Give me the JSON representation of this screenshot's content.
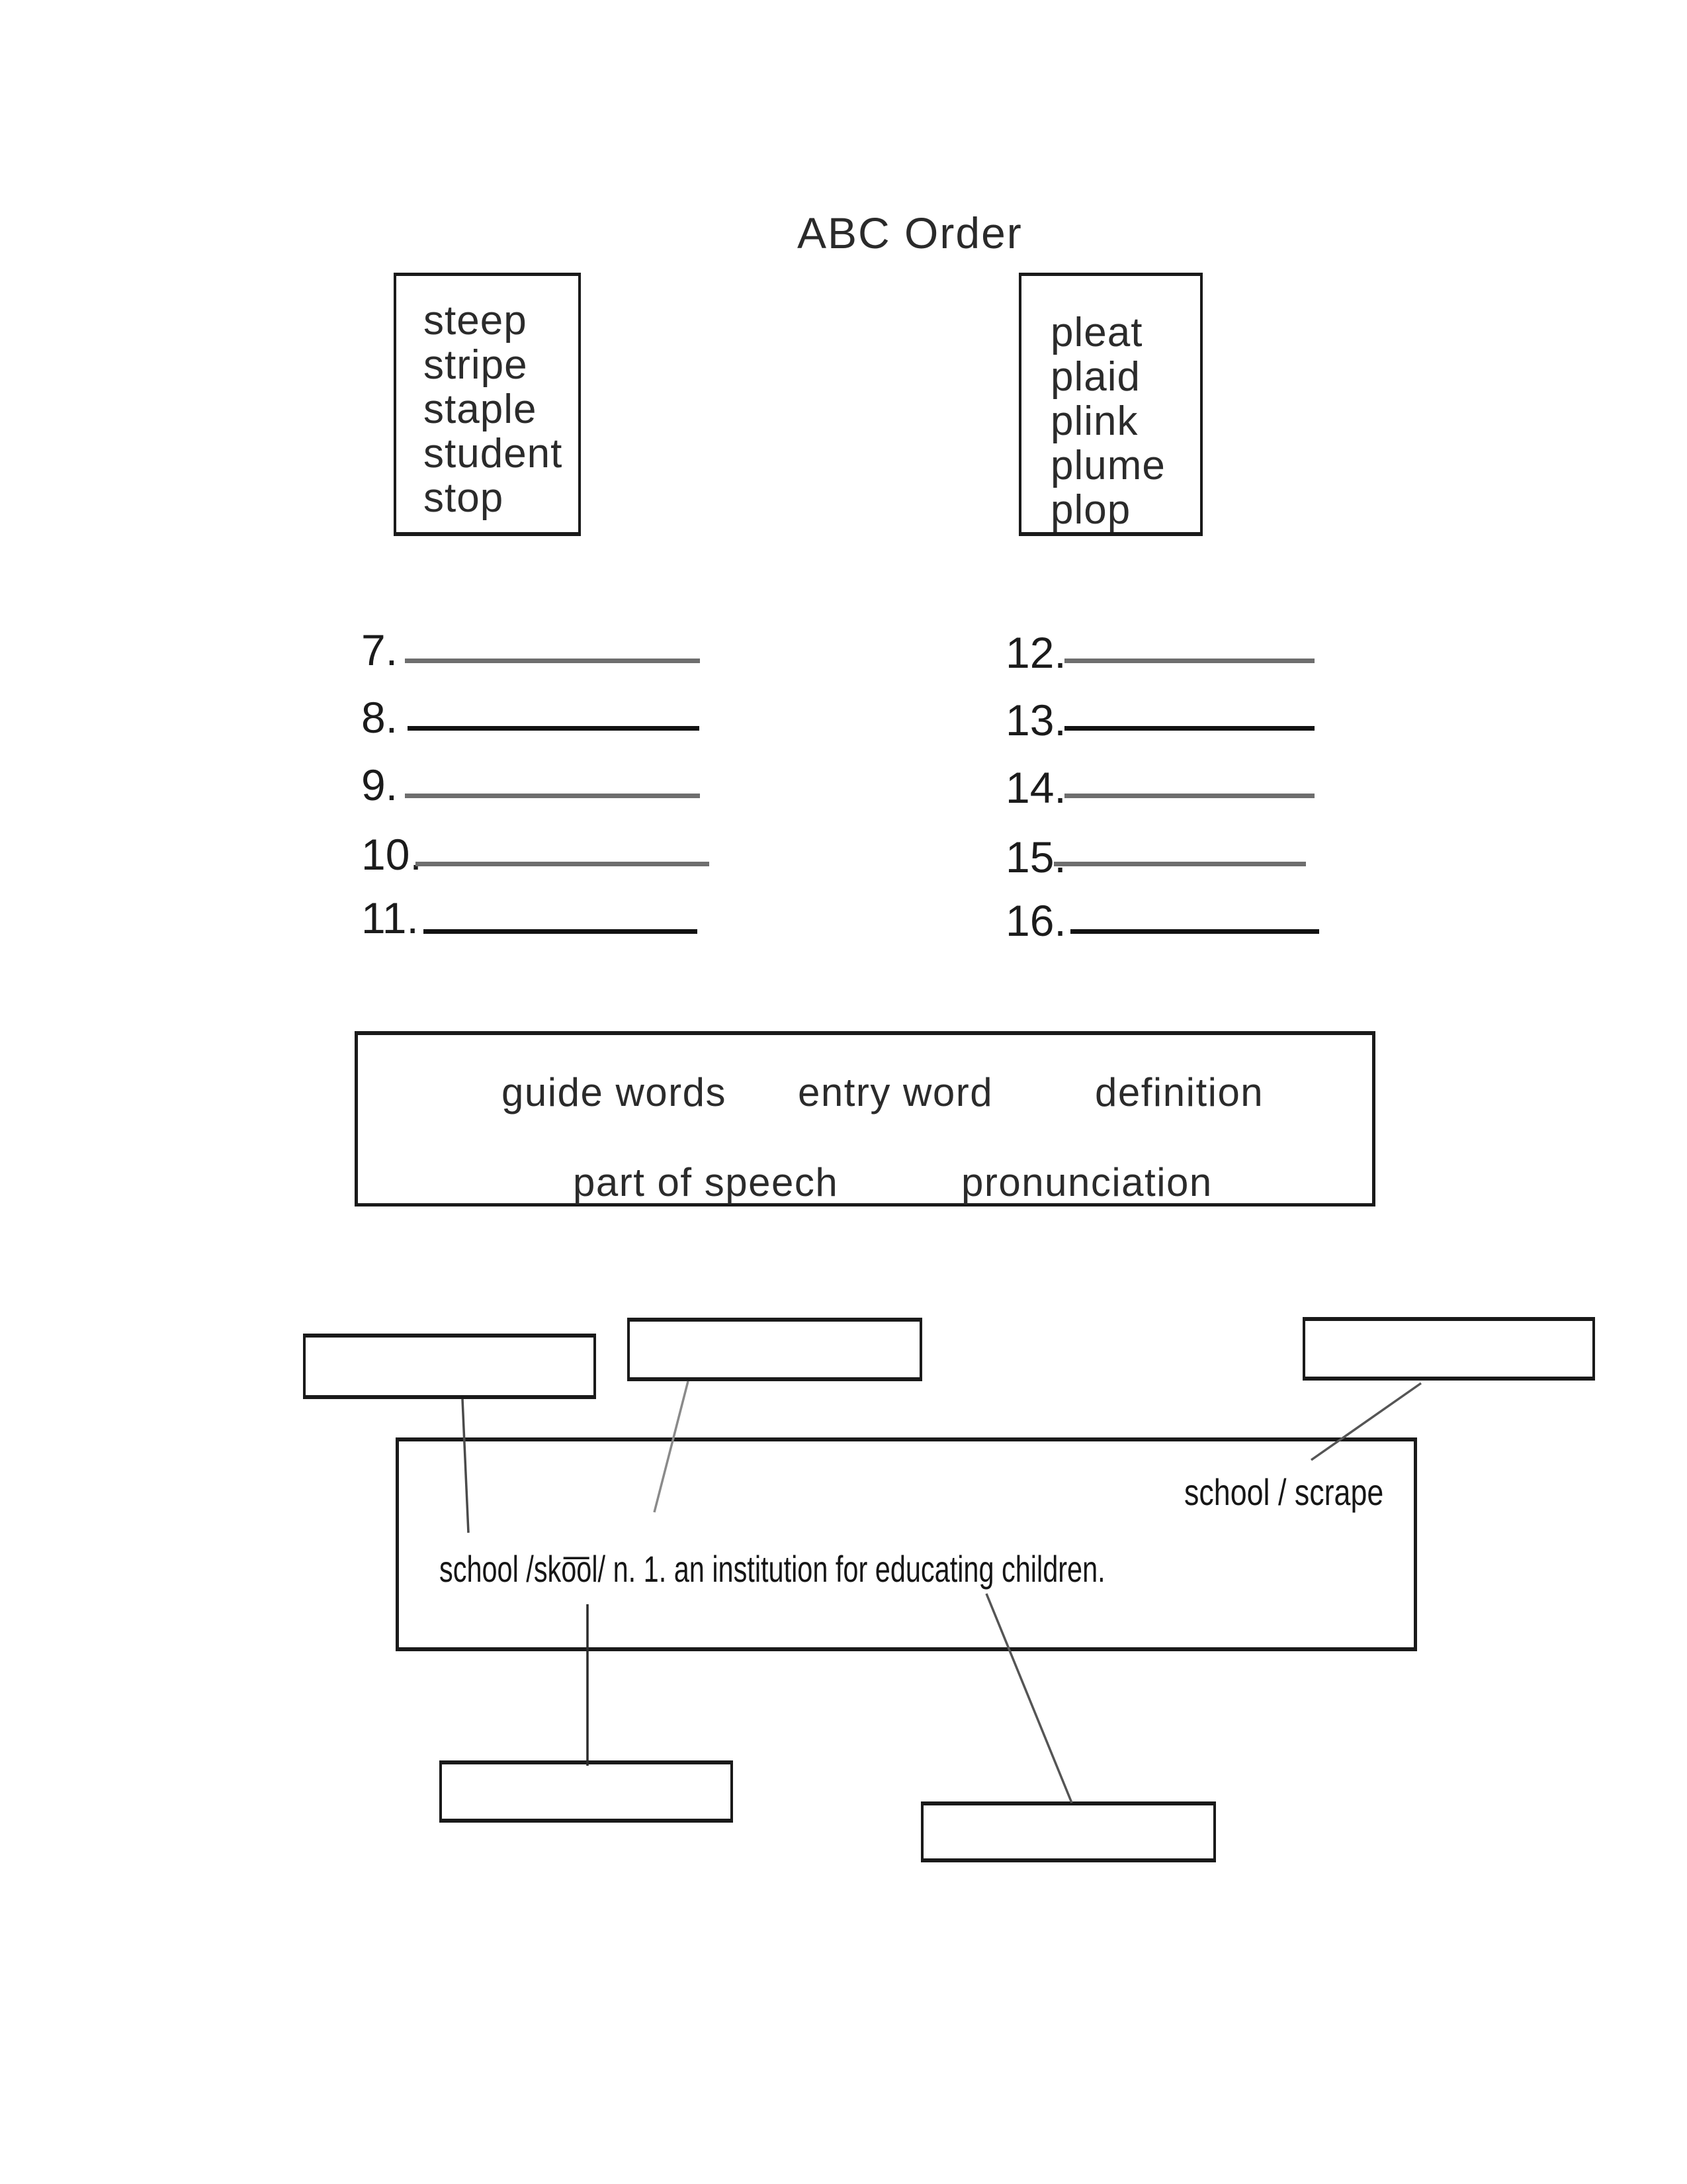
{
  "page": {
    "title": "ABC Order"
  },
  "word_lists": {
    "left": [
      "steep",
      "stripe",
      "staple",
      "student",
      "stop"
    ],
    "right": [
      "pleat",
      "plaid",
      "plink",
      "plume",
      "plop"
    ]
  },
  "blanks": {
    "left": [
      {
        "num": "7."
      },
      {
        "num": "8."
      },
      {
        "num": "9."
      },
      {
        "num": "10."
      },
      {
        "num": "11."
      }
    ],
    "right": [
      {
        "num": "12."
      },
      {
        "num": "13."
      },
      {
        "num": "14."
      },
      {
        "num": "15."
      },
      {
        "num": "16."
      }
    ]
  },
  "word_bank": {
    "items_row1": [
      "guide words",
      "entry word",
      "definition"
    ],
    "items_row2": [
      "part of speech",
      "pronunciation"
    ]
  },
  "dictionary_panel": {
    "guide_words": "school / scrape",
    "entry_line": "school /sko͞ol/ n. 1. an institution for educating children."
  },
  "colors": {
    "ink": "#1f1f1f",
    "border": "#1a1a1a",
    "line_gray": "#6e6e6e",
    "line_black": "#111111",
    "background": "#ffffff"
  }
}
